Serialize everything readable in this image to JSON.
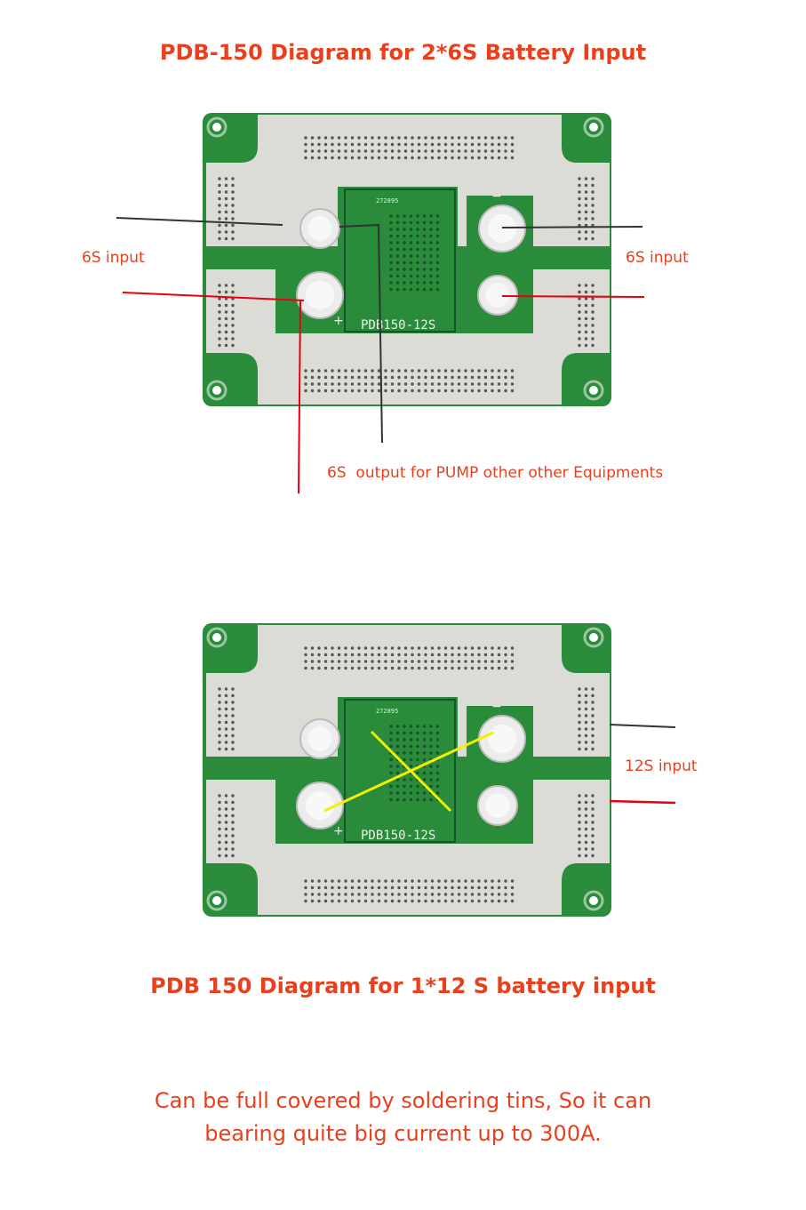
{
  "colors": {
    "accent_text": "#e8401c",
    "pcb_green": "#2a8b3b",
    "pcb_dark": "#17542a",
    "tin_silver": "#dcdcd6",
    "wire_black": "#333333",
    "wire_red": "#e60012",
    "cross_yellow": "#f5f000"
  },
  "diagram_top": {
    "title": "PDB-150 Diagram for 2*6S Battery Input",
    "label_left": "6S input",
    "label_right": "6S input",
    "label_output": "6S  output for PUMP other other Equipments",
    "board": {
      "serial": "272895",
      "model": "PDB150-12S",
      "minus_sign": "−",
      "plus_sign": "+"
    }
  },
  "diagram_bottom": {
    "title": "PDB 150 Diagram for 1*12 S battery input",
    "label_right": "12S input",
    "board": {
      "serial": "272895",
      "model": "PDB150-12S",
      "minus_sign": "−",
      "plus_sign": "+"
    }
  },
  "footer": {
    "line1": "Can be full covered by soldering tins, So it can",
    "line2": "bearing quite big current up to 300A."
  }
}
